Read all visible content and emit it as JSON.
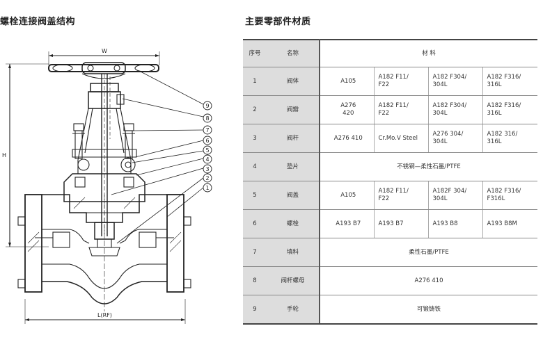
{
  "diagram": {
    "title": "螺栓连接阀盖结构",
    "dim_w": "W",
    "dim_h": "H",
    "dim_l": "L(RF)",
    "callouts": [
      "9",
      "8",
      "7",
      "6",
      "5",
      "4",
      "3",
      "2",
      "1"
    ]
  },
  "table": {
    "title": "主要零部件材质",
    "headers": {
      "no": "序号",
      "name": "名称",
      "material": "材 料"
    },
    "rows": [
      {
        "no": "1",
        "name": "阀体",
        "cells": [
          "A105",
          "A182 F11/\nF22",
          "A182 F304/\n304L",
          "A182 F316/\n316L"
        ]
      },
      {
        "no": "2",
        "name": "阀瓣",
        "cells": [
          "A276\n420",
          "A182 F11/\nF22",
          "A182 F304/\n304L",
          "A182 F316/\n316L"
        ]
      },
      {
        "no": "3",
        "name": "阀杆",
        "cells": [
          "A276 410",
          "Cr.Mo.V Steel",
          "A276 304/\n304L",
          "A182 316/\n316L"
        ]
      },
      {
        "no": "4",
        "name": "垫片",
        "span": "不锈钢—柔性石墨/PTFE"
      },
      {
        "no": "5",
        "name": "阀盖",
        "cells": [
          "A105",
          "A182 F11/\nF22",
          "A182F 304/\n304L",
          "A182 F316/\nF316L"
        ]
      },
      {
        "no": "6",
        "name": "螺栓",
        "cells": [
          "A193 B7",
          "A193 B7",
          "A193 B8",
          "A193 B8M"
        ]
      },
      {
        "no": "7",
        "name": "填料",
        "span": "柔性石墨/PTFE"
      },
      {
        "no": "8",
        "name": "阀杆螺母",
        "span": "A276 410"
      },
      {
        "no": "9",
        "name": "手轮",
        "span": "可锻铸铁"
      }
    ]
  }
}
